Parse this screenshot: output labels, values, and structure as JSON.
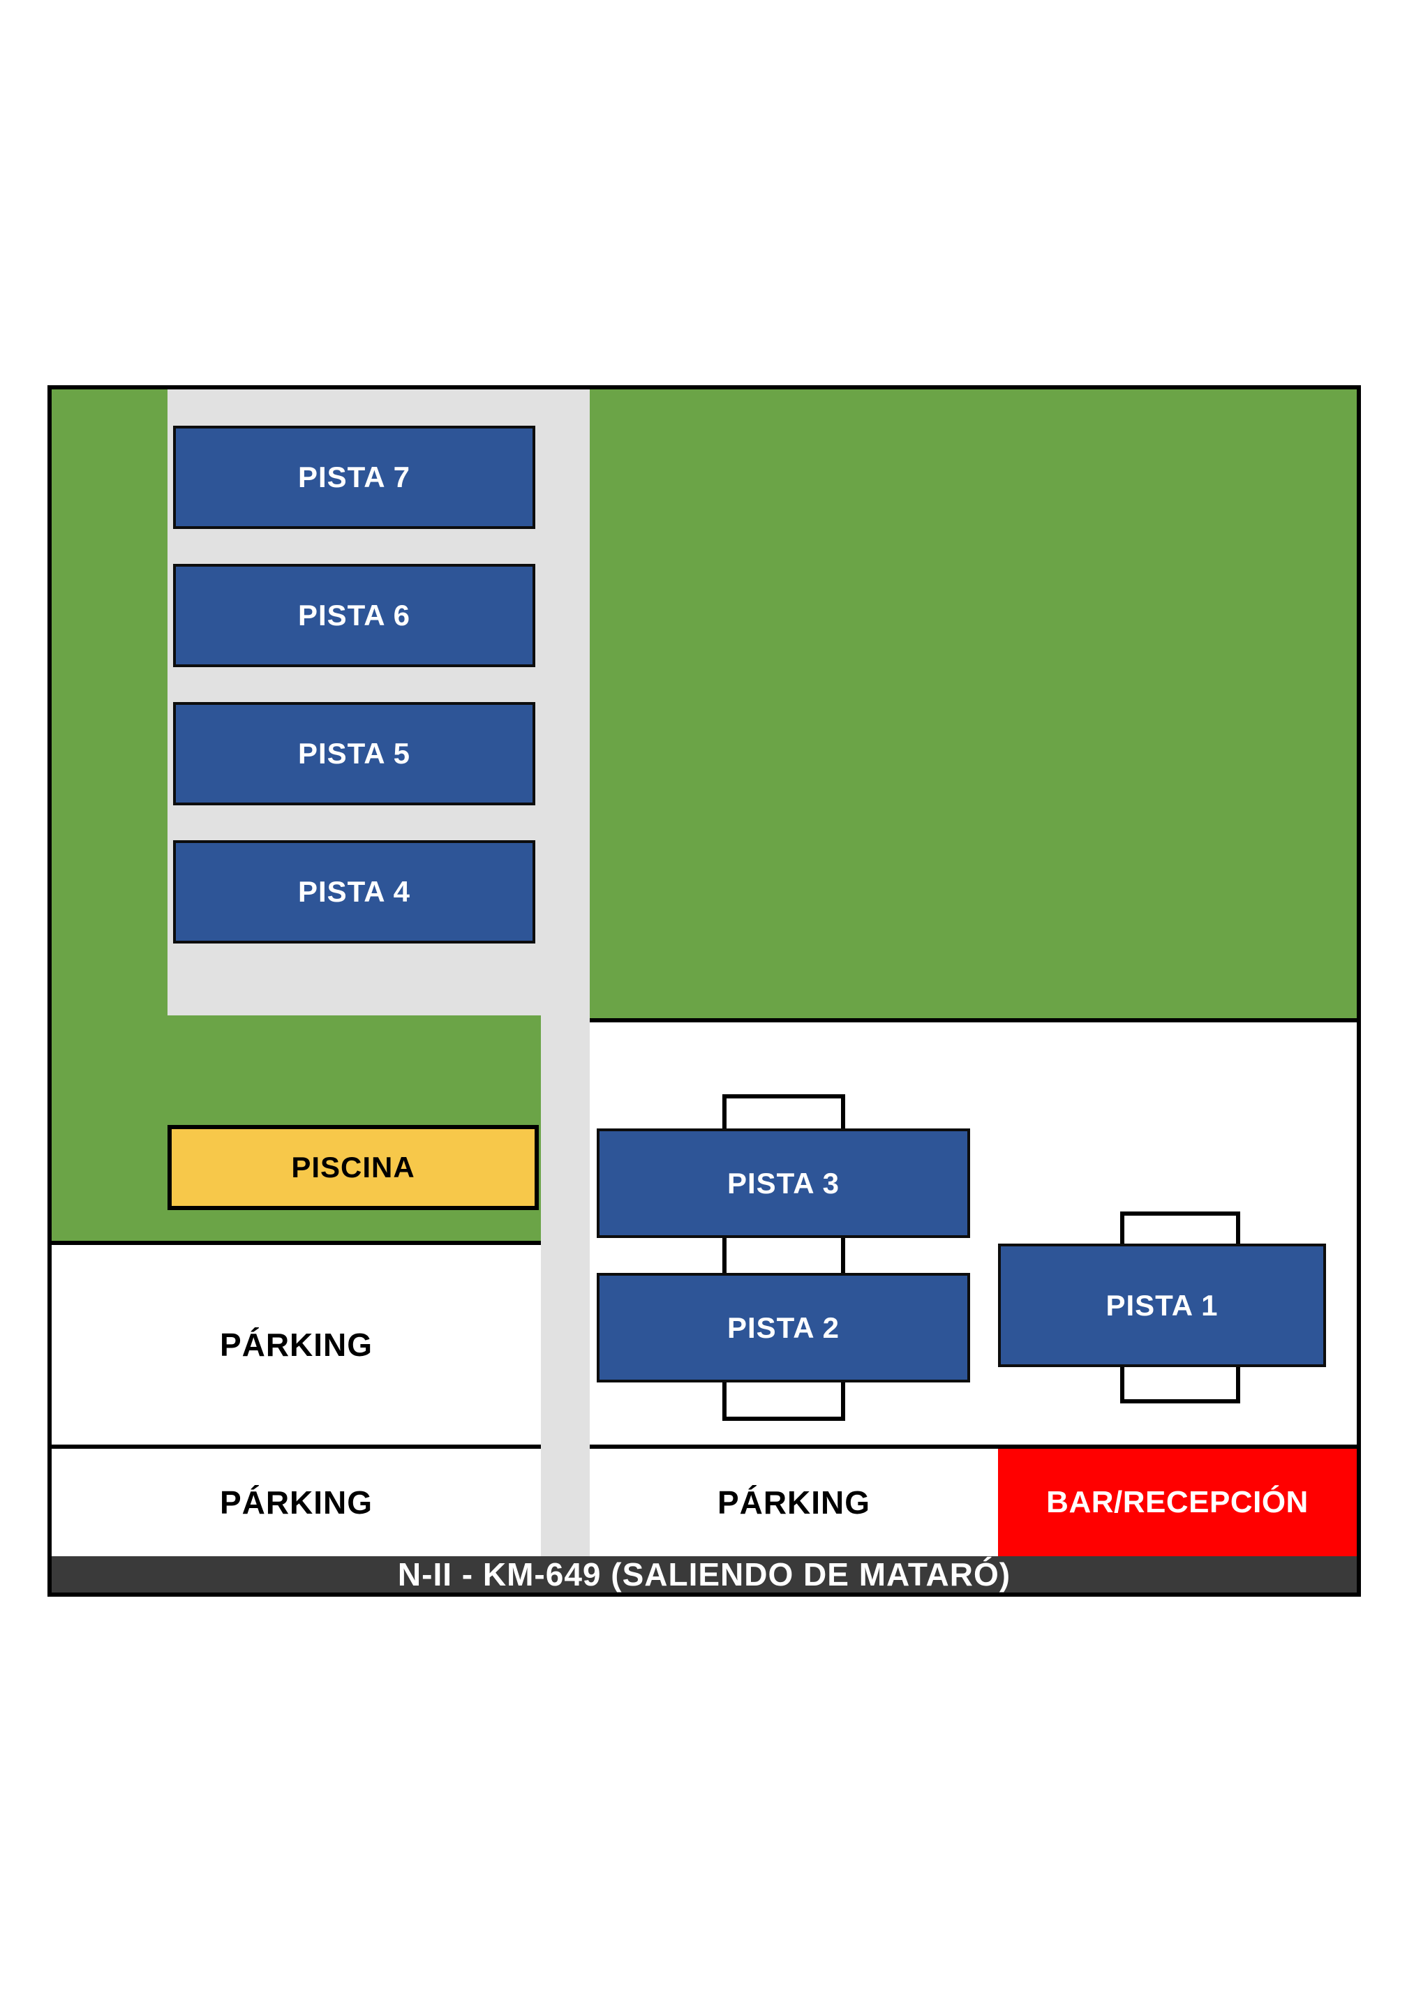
{
  "plan": {
    "left_courts": [
      {
        "label": "PISTA 7"
      },
      {
        "label": "PISTA 6"
      },
      {
        "label": "PISTA 5"
      },
      {
        "label": "PISTA 4"
      }
    ],
    "piscina": {
      "label": "PISCINA"
    },
    "parking_left_top": {
      "label": "PÁRKING"
    },
    "parking_left_bottom": {
      "label": "PÁRKING"
    },
    "parking_right": {
      "label": "PÁRKING"
    },
    "court_3": {
      "label": "PISTA 3"
    },
    "court_2": {
      "label": "PISTA 2"
    },
    "court_1": {
      "label": "PISTA 1"
    },
    "bar_reception": {
      "label": "BAR/RECEPCIÓN"
    },
    "road": {
      "label": "N-II - KM-649 (SALIENDO DE MATARÓ)"
    }
  },
  "colors": {
    "court_blue": "#2E5597",
    "grass_green": "#6BA447",
    "pool_yellow": "#F7C84A",
    "bar_red": "#FF0000",
    "path_gray": "#E1E1E1",
    "road_dark": "#3A3A3A",
    "border_black": "#000000"
  }
}
